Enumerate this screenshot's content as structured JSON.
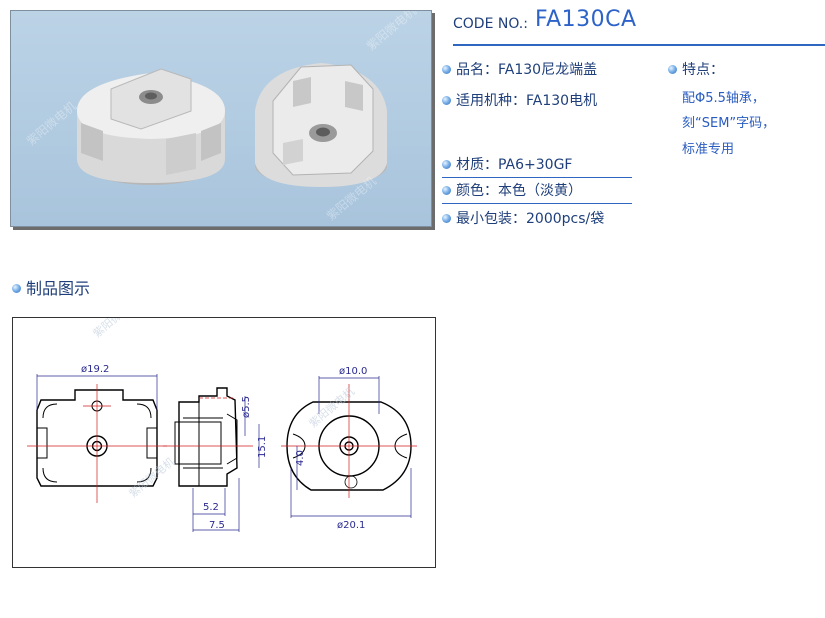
{
  "header": {
    "code_label": "CODE NO.:",
    "code_value": "FA130CA"
  },
  "specs": {
    "name": "品名：FA130尼龙端盖",
    "applicable": "适用机种：FA130电机",
    "material": "材质：PA6+30GF",
    "color": "颜色：本色（淡黄）",
    "packing": "最小包装：2000pcs/袋"
  },
  "features": {
    "title": "特点：",
    "lines": [
      "配Φ5.5轴承，",
      "刻“SEM”字码，",
      "标准专用"
    ]
  },
  "section": {
    "title": "制品图示"
  },
  "watermark": {
    "text": "紫阳微电机"
  },
  "drawing": {
    "dims": {
      "d19_2": "ø19.2",
      "d10_0": "ø10.0",
      "d20_1": "ø20.1",
      "d5_5": "ø5.5",
      "d15_1": "15.1",
      "d4_0": "4.0",
      "d5_2": "5.2",
      "d7_5": "7.5"
    }
  },
  "colors": {
    "accent": "#2f66c2",
    "text": "#1f3f7a",
    "photo_bg": "#b2cbe1"
  }
}
